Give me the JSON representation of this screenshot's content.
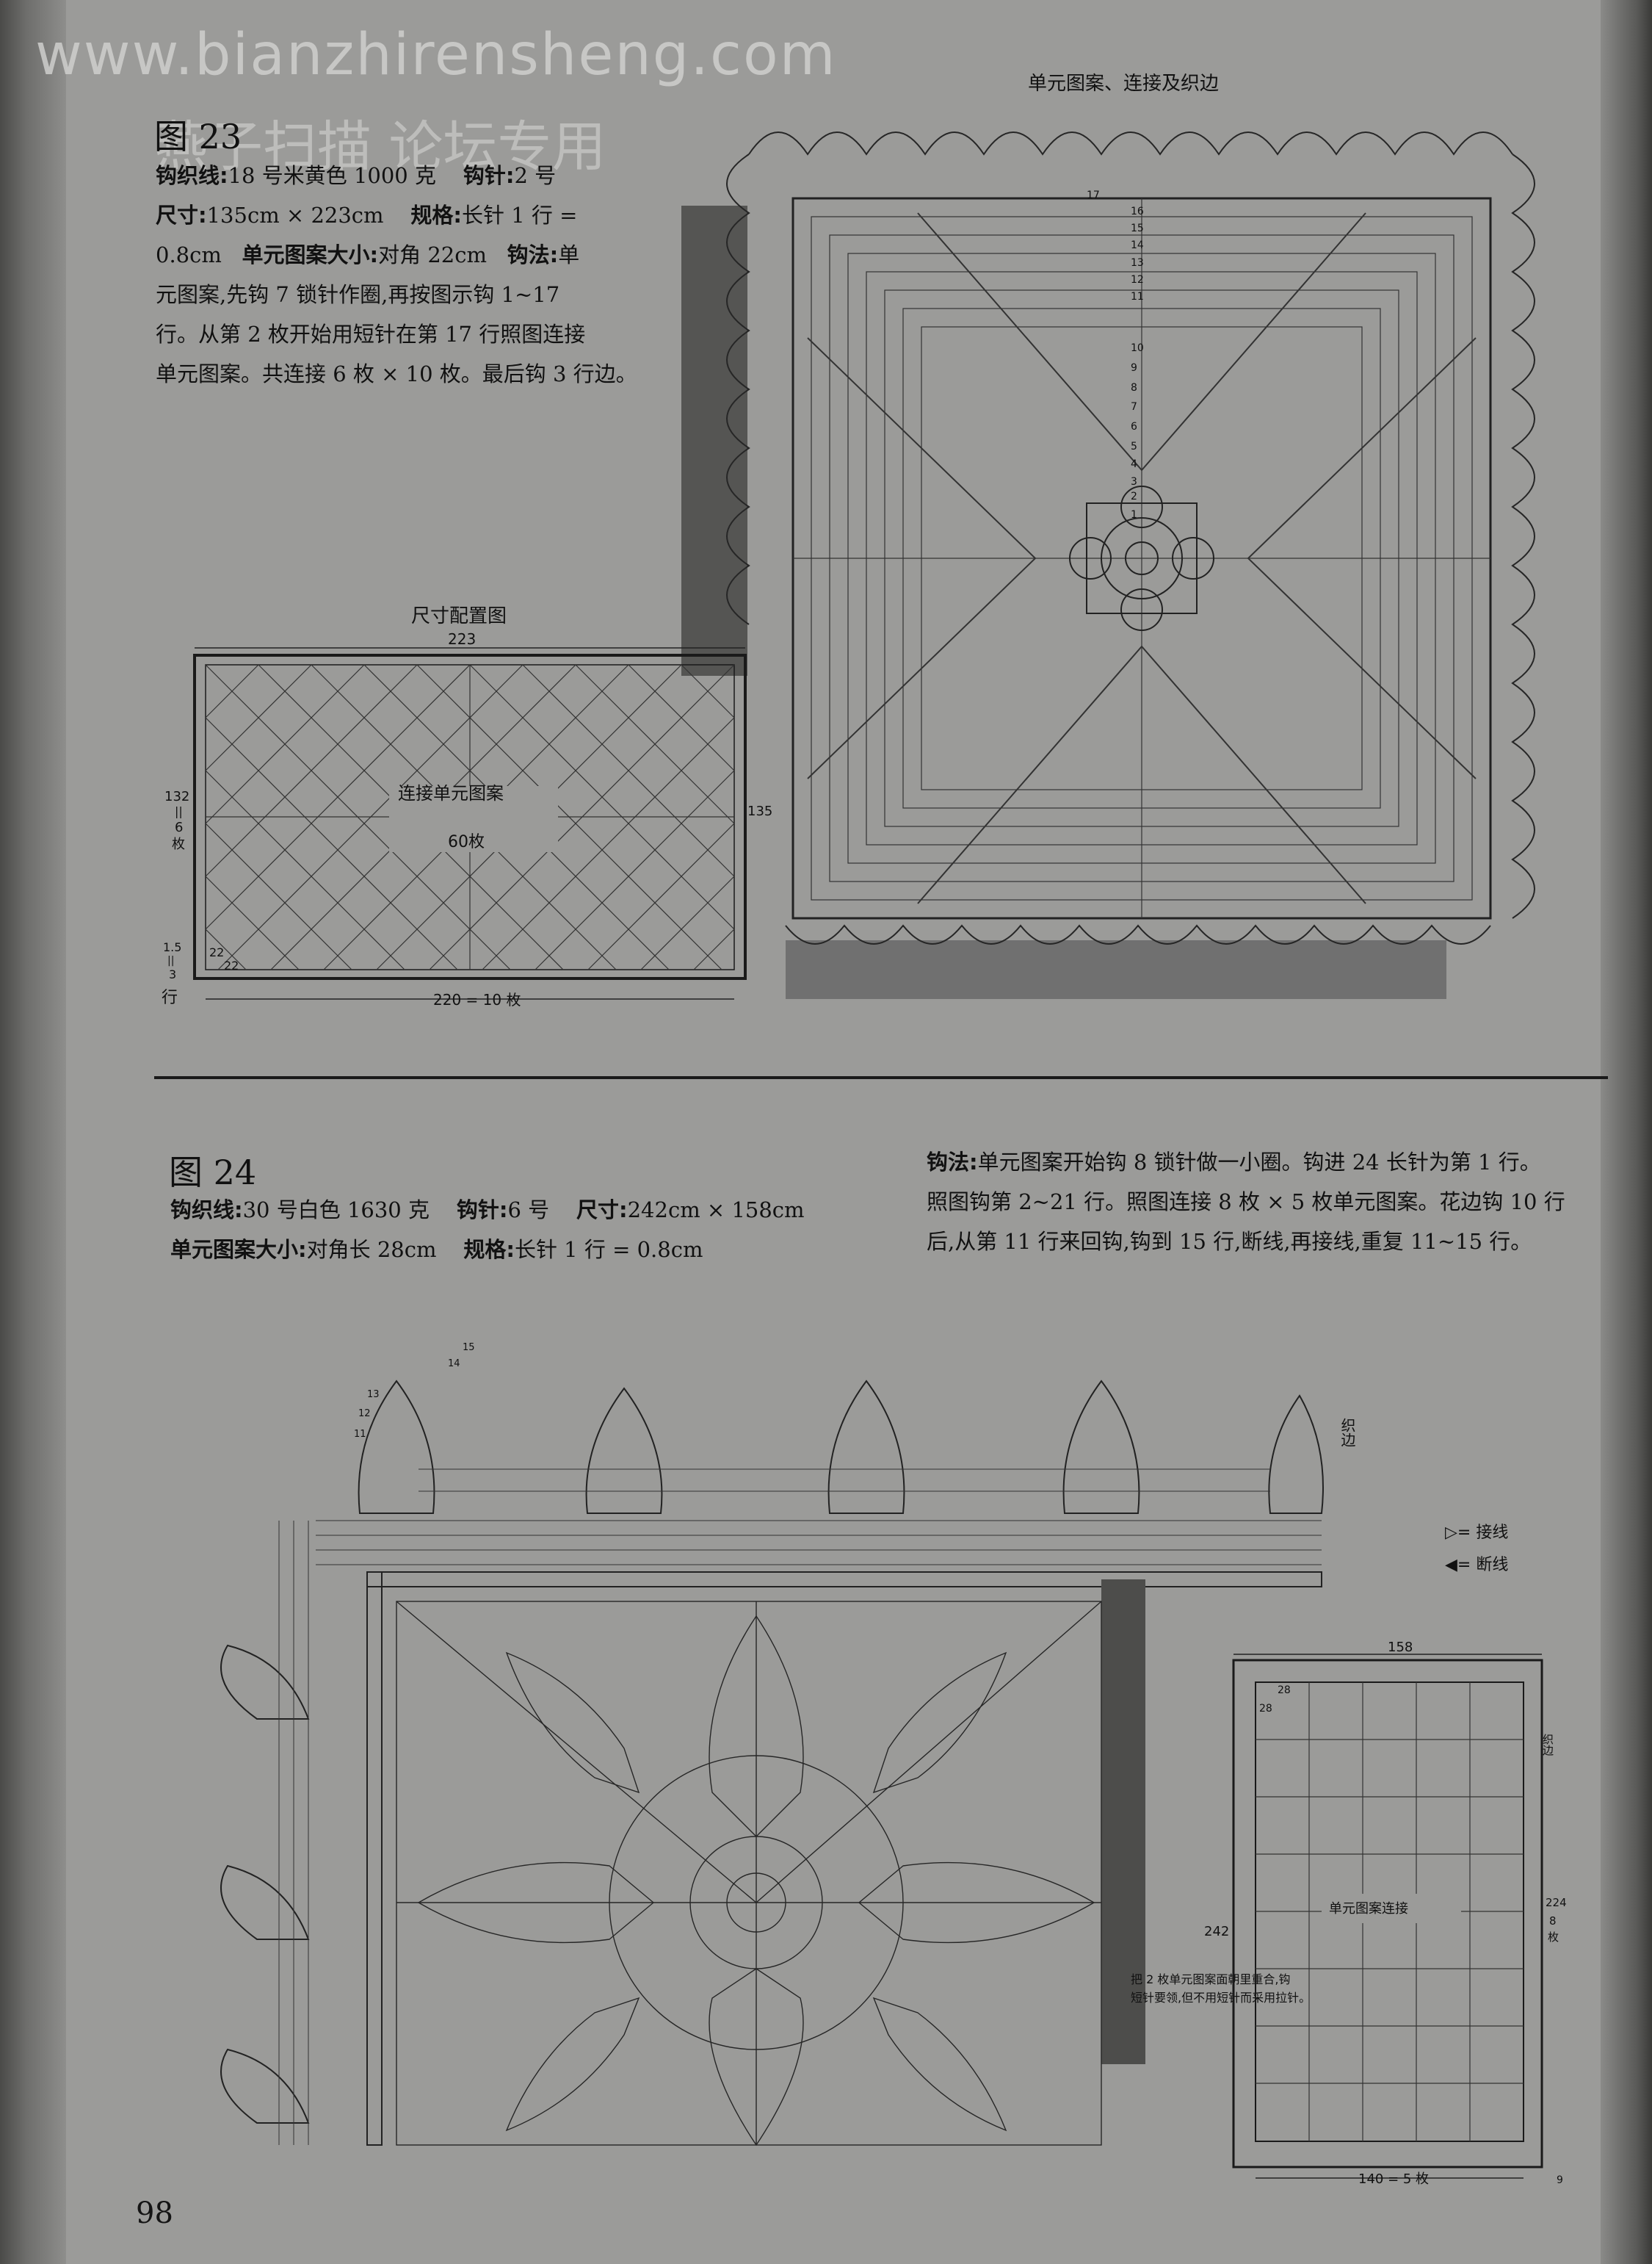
{
  "watermark_url": "www.bianzhirensheng.com",
  "watermark_forum": "燕子扫描   论坛专用",
  "fig23": {
    "title": "图 23",
    "line1_label1": "钩织线:",
    "line1_val1": "18 号米黄色 1000 克",
    "line1_label2": "钩针:",
    "line1_val2": "2 号",
    "line2_label1": "尺寸:",
    "line2_val1": "135cm × 223cm",
    "line2_label2": "规格:",
    "line2_val2": "长针 1 行 =",
    "line3_val0": "0.8cm",
    "line3_label1": "单元图案大小:",
    "line3_val1": "对角 22cm",
    "line3_label2": "钩法:",
    "line3_val2": "单",
    "line4": "元图案,先钩 7 锁针作圈,再按图示钩 1~17",
    "line5": "行。从第 2 枚开始用短针在第 17 行照图连接",
    "line6": "单元图案。共连接 6 枚 × 10 枚。最后钩 3 行边。",
    "chart_title": "单元图案、连接及织边",
    "row_numbers": [
      "17",
      "16",
      "15",
      "14",
      "13",
      "12",
      "11",
      "10",
      "9",
      "8",
      "7",
      "6",
      "5",
      "4",
      "3",
      "2",
      "1"
    ],
    "size_diagram": {
      "title": "尺寸配置图",
      "top": "223",
      "left_top": "132",
      "left_mid1": "||",
      "left_mid2": "6",
      "left_mid3": "枚",
      "right": "135",
      "center1": "连接单元图案",
      "center2": "60枚",
      "corner_a": "22",
      "corner_b": "22",
      "left_bot1": "1.5",
      "left_bot2": "||",
      "left_bot3": "3",
      "left_bot4": "行",
      "bottom": "220 = 10 枚"
    }
  },
  "fig24": {
    "title": "图 24",
    "line1_label1": "钩织线:",
    "line1_val1": "30 号白色 1630 克",
    "line1_label2": "钩针:",
    "line1_val2": "6 号",
    "line1_label3": "尺寸:",
    "line1_val3": "242cm × 158cm",
    "line2_label1": "单元图案大小:",
    "line2_val1": "对角长 28cm",
    "line2_label2": "规格:",
    "line2_val2": "长针 1 行 = 0.8cm",
    "method_label": "钩法:",
    "method1": "单元图案开始钩 8 锁针做一小圈。钩进 24 长针为第 1 行。",
    "method2": "照图钩第 2~21 行。照图连接 8 枚 × 5 枚单元图案。花边钩 10 行",
    "method3": "后,从第 11 行来回钩,钩到 15 行,断线,再接线,重复 11~15 行。",
    "edge_label": "织边",
    "legend_join": "= 接线",
    "legend_break": "= 断线",
    "note1": "把 2 枚单元图案面朝里重合,钩",
    "note2": "短针要领,但不用短针而采用拉针。",
    "edge_row_numbers": [
      "15",
      "14",
      "13",
      "12",
      "11"
    ],
    "size_diagram": {
      "top": "158",
      "corner_a": "28",
      "corner_b": "28",
      "center": "单元图案连接",
      "left": "242",
      "right_top": "织边",
      "right1": "224",
      "right2": "8",
      "right3": "枚",
      "bottom": "140 = 5 枚",
      "bottom_right": "9"
    }
  },
  "page_number": "98"
}
